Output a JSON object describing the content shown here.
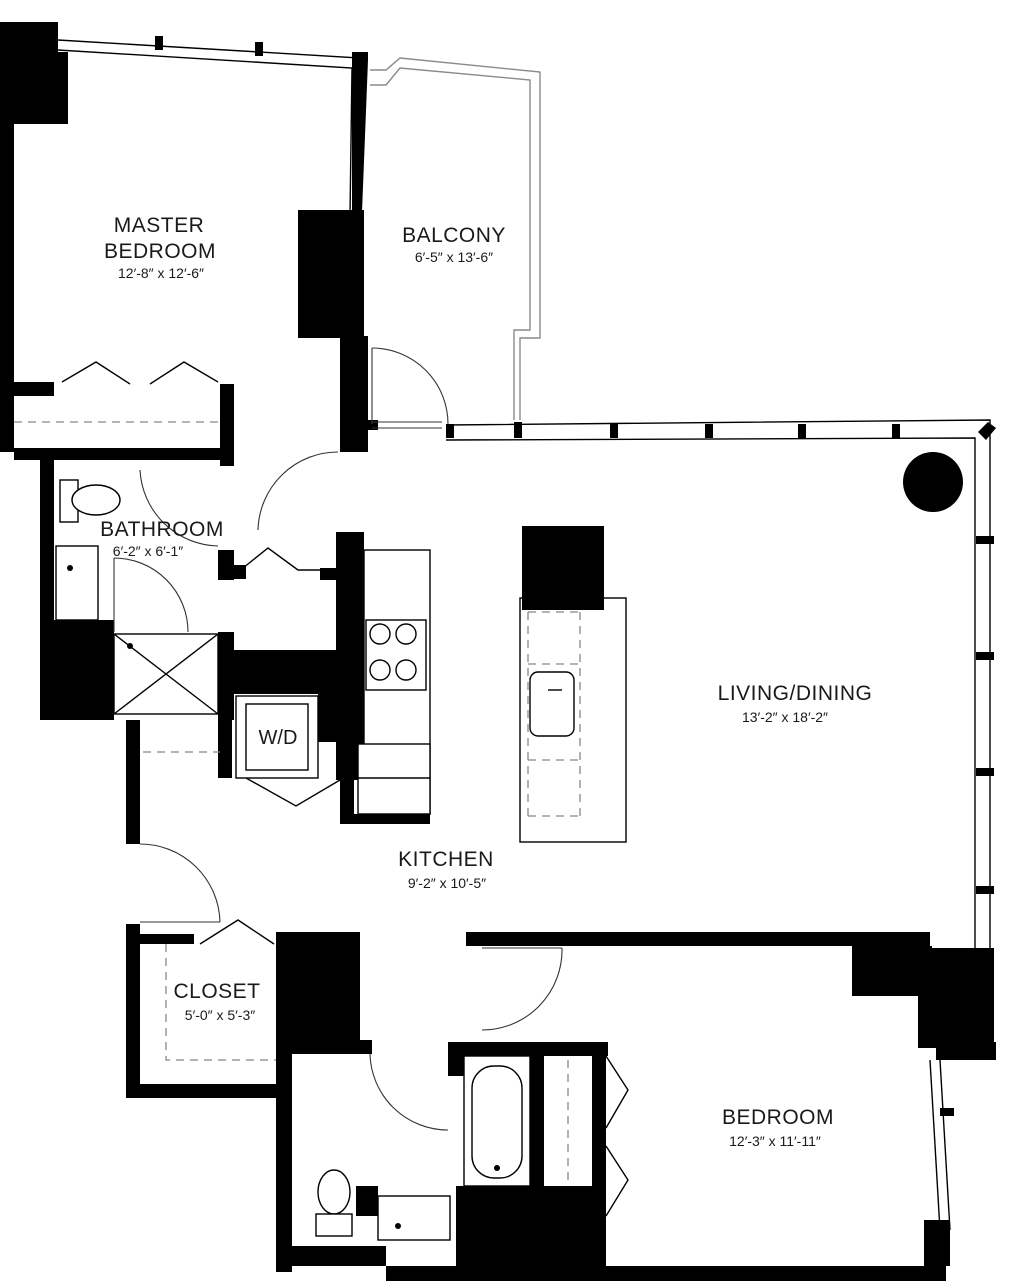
{
  "rooms": {
    "master_bedroom": {
      "name_line1": "MASTER",
      "name_line2": "BEDROOM",
      "dimensions": "12′-8″ x 12′-6″"
    },
    "balcony": {
      "name": "BALCONY",
      "dimensions": "6′-5″ x 13′-6″"
    },
    "bathroom": {
      "name": "BATHROOM",
      "dimensions": "6′-2″ x 6′-1″"
    },
    "living_dining": {
      "name": "LIVING/DINING",
      "dimensions": "13′-2″ x 18′-2″"
    },
    "kitchen": {
      "name": "KITCHEN",
      "dimensions": "9′-2″ x 10′-5″"
    },
    "closet": {
      "name": "CLOSET",
      "dimensions": "5′-0″ x 5′-3″"
    },
    "bedroom": {
      "name": "BEDROOM",
      "dimensions": "12′-3″ x 11′-11″"
    }
  },
  "fixtures": {
    "washer_dryer": "W/D"
  },
  "icons": [
    "toilet-icon",
    "sink-icon",
    "shower-icon",
    "bathtub-icon",
    "stove-icon",
    "kitchen-sink-icon",
    "column-icon",
    "door-swing-icon",
    "bifold-door-icon"
  ]
}
